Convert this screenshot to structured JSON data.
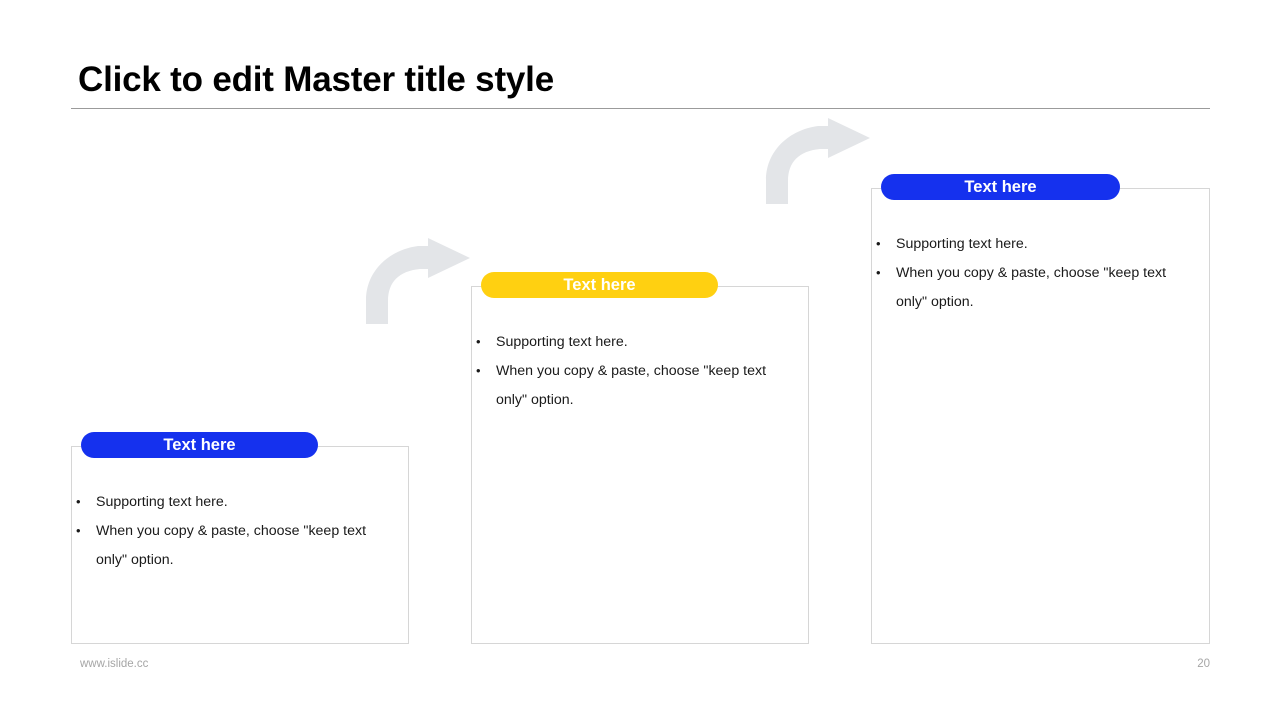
{
  "slide": {
    "title": "Click to edit Master title style",
    "page_number": "20",
    "website": "www.islide.cc",
    "colors": {
      "blue": "#1531ee",
      "yellow": "#ffd011",
      "arrow_gray": "#e3e5e8",
      "card_border": "#d6d6d6",
      "rule_gray": "#9b9b9b",
      "footer_gray": "#a6a6a6"
    }
  },
  "cards": [
    {
      "pill_label": "Text here",
      "pill_color": "#1531ee",
      "bullets": [
        "Supporting text here.",
        "When you copy & paste, choose \"keep text only\" option."
      ]
    },
    {
      "pill_label": "Text here",
      "pill_color": "#ffd011",
      "bullets": [
        "Supporting text here.",
        "When you copy & paste, choose \"keep text only\" option."
      ]
    },
    {
      "pill_label": "Text here",
      "pill_color": "#1531ee",
      "bullets": [
        "Supporting text here.",
        "When you copy & paste, choose \"keep text only\" option."
      ]
    }
  ],
  "arrows": [
    {
      "name": "curved-arrow-step-1-to-2"
    },
    {
      "name": "curved-arrow-step-2-to-3"
    }
  ]
}
